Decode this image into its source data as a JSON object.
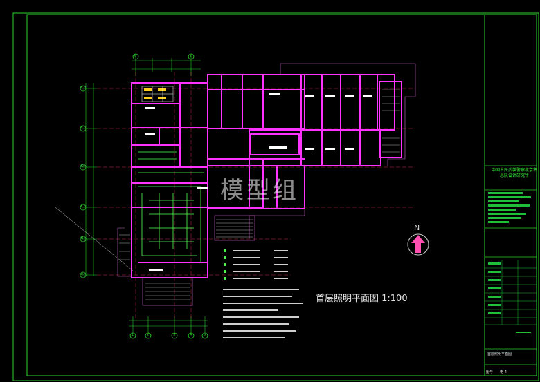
{
  "drawing": {
    "title": "首层照明平面图 1:100",
    "watermark": "模型组",
    "north_label": "N"
  },
  "title_block": {
    "org_name": "中国人民武装警察北京市总队设计研究所",
    "sheet_name": "首层照明平面图",
    "sheet_no": "图号",
    "sheet_no_value": "电-4"
  },
  "axes": {
    "rows": [
      "F",
      "E",
      "D",
      "C",
      "B",
      "A"
    ],
    "cols": [
      "1",
      "2",
      "3",
      "4",
      "5",
      "6",
      "7"
    ]
  },
  "colors": {
    "background": "#000000",
    "border": "#2bd22b",
    "walls": "#ff33ff",
    "dimension": "#2bd22b",
    "wiring": "#66ff66",
    "text": "#dddddd"
  }
}
